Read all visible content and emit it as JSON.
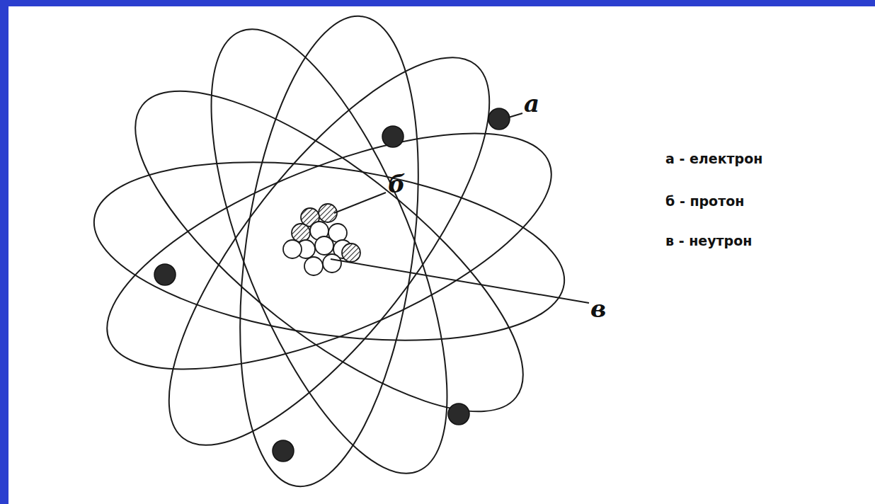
{
  "diagram": {
    "labels": [
      "а",
      "б",
      "в",
      "а - електрон",
      "б - протон",
      "в - неутрон"
    ]
  }
}
